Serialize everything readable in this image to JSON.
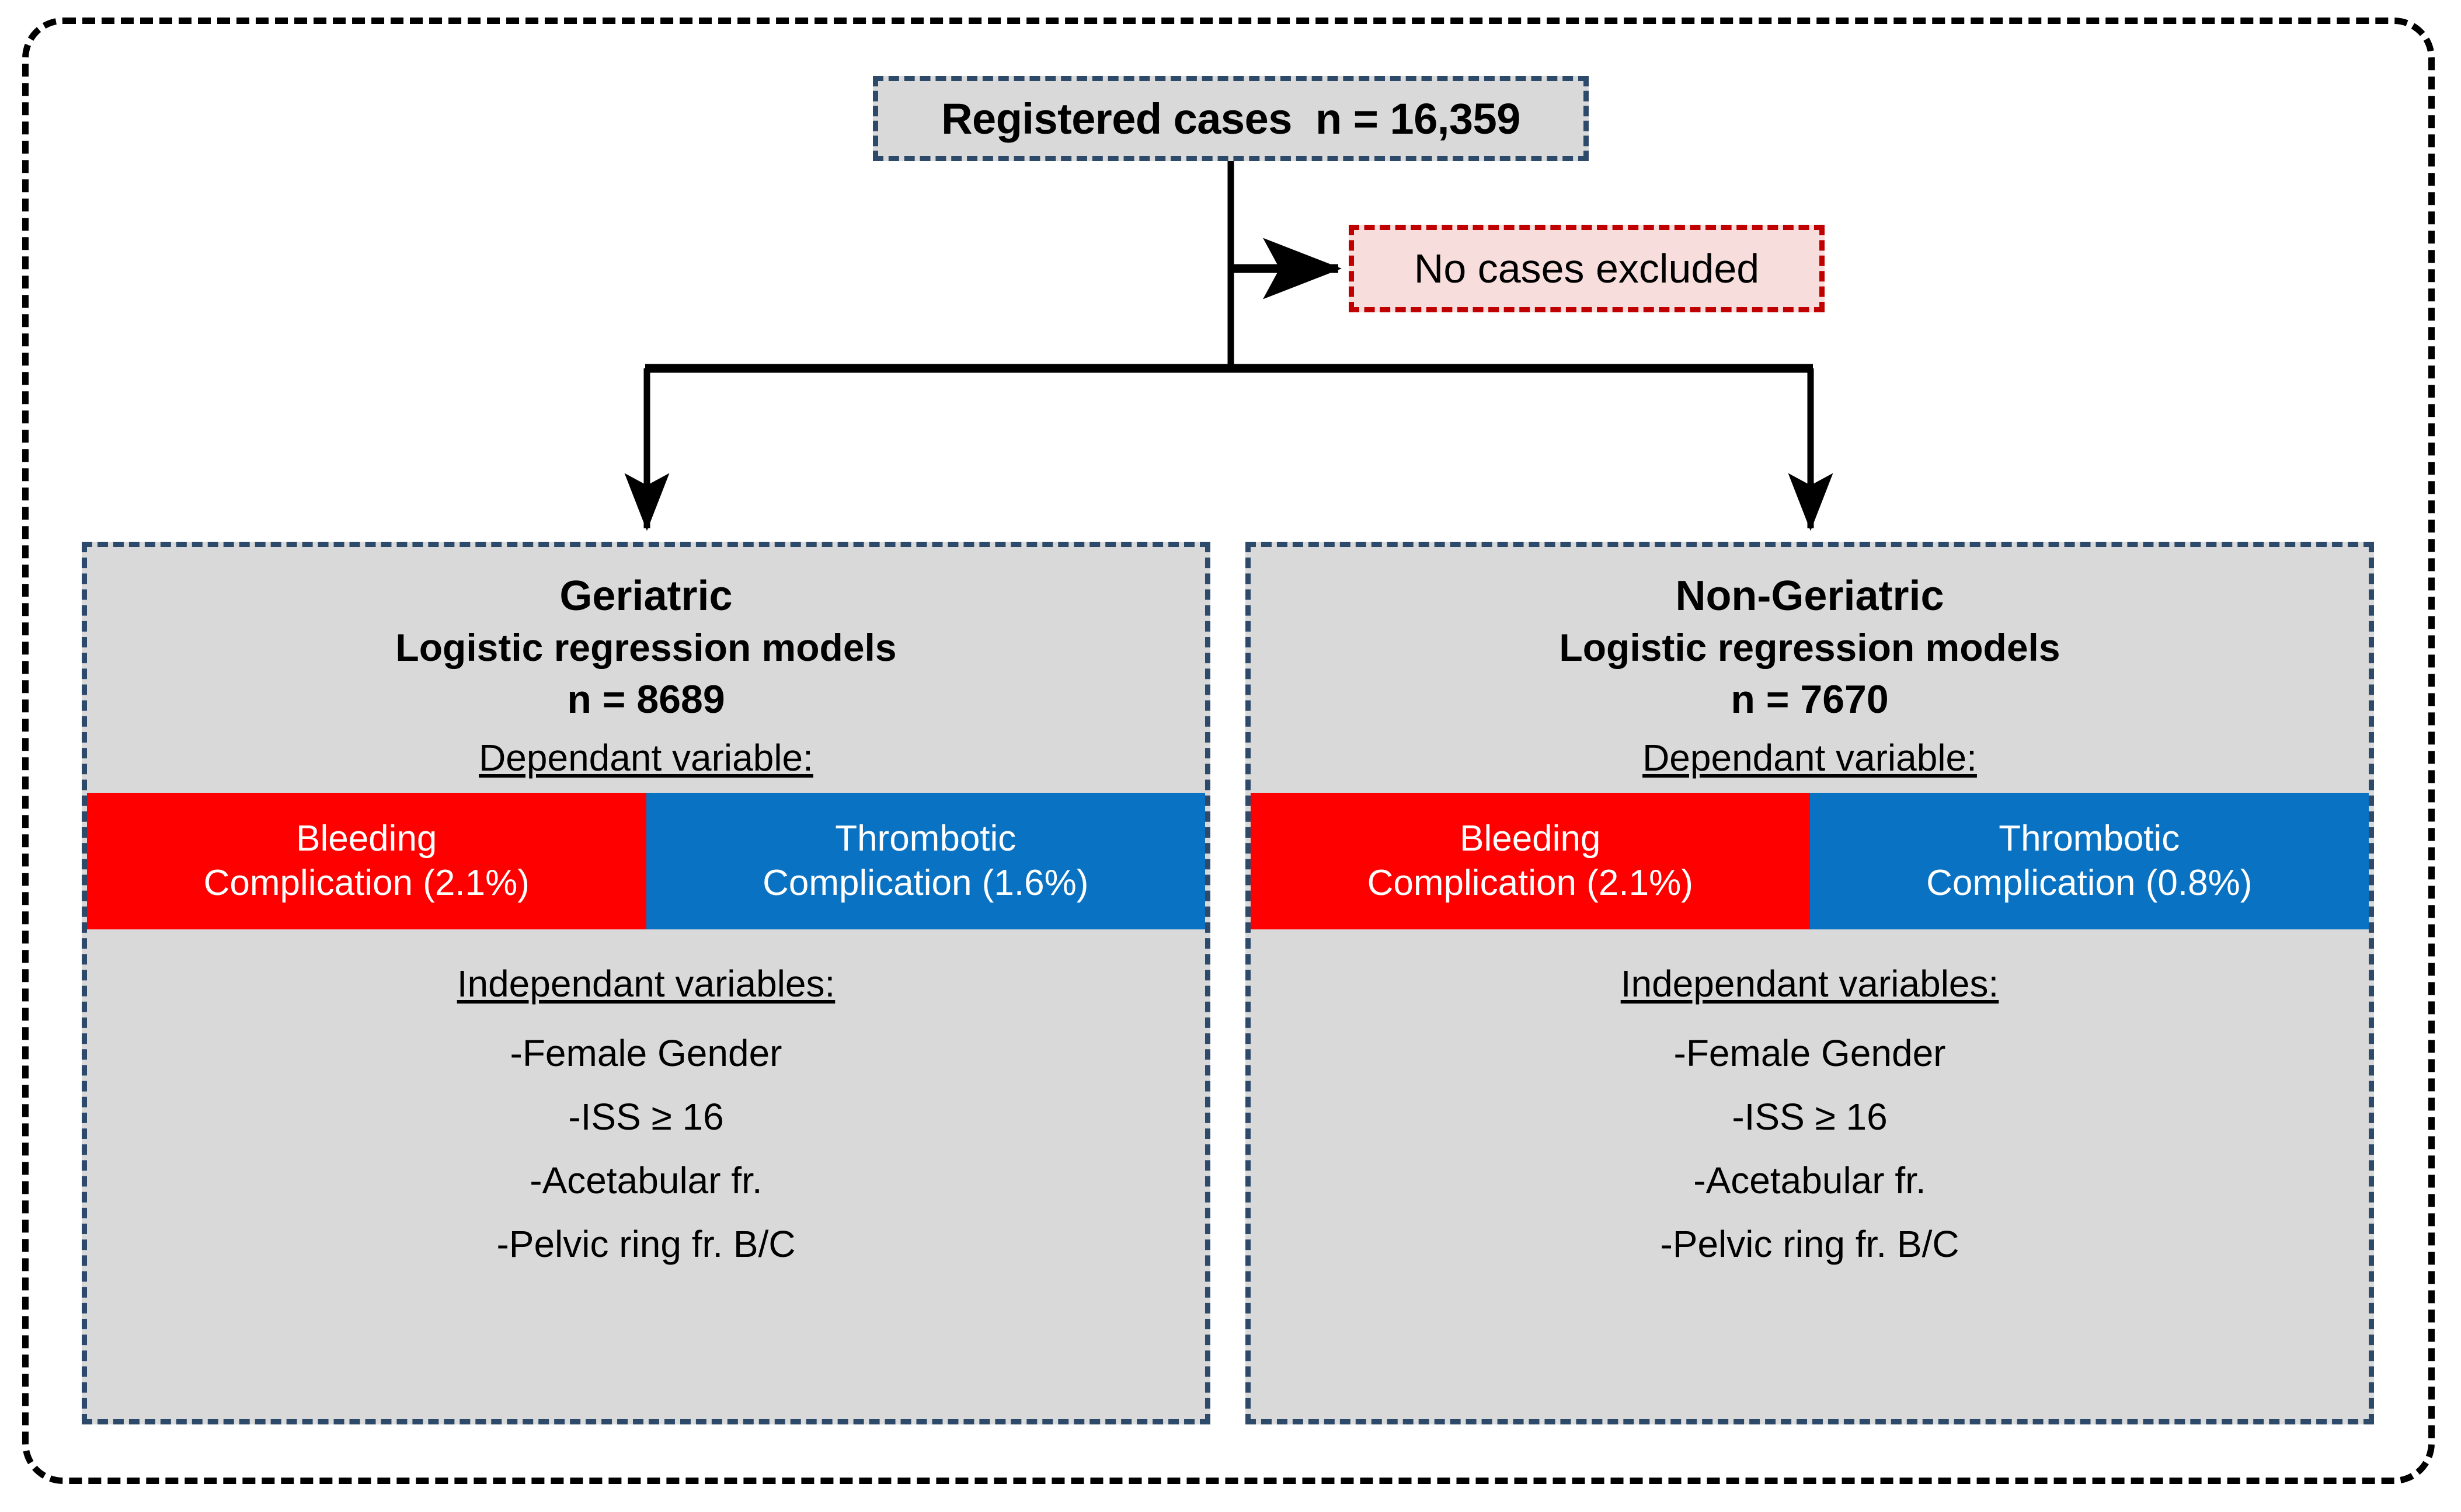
{
  "diagram": {
    "title_box": {
      "label": "Registered cases  n = 16,359",
      "fill": "#d9d9d9",
      "border": "#2e4a6b"
    },
    "excluded_box": {
      "label": "No cases excluded",
      "fill": "#f7dedd",
      "border": "#c00000"
    },
    "groups": [
      {
        "name": "Geriatric",
        "model": "Logistic regression models",
        "n_label": "n = 8689",
        "dependent_heading": "Dependant variable:",
        "outcomes": [
          {
            "name": "Bleeding",
            "detail": "Complication (2.1%)",
            "color": "#fe0000"
          },
          {
            "name": "Thrombotic",
            "detail": "Complication (1.6%)",
            "color": "#0a72c2"
          }
        ],
        "independent_heading": "Independant variables:",
        "independent_items": [
          "-Female Gender",
          "-ISS ≥ 16",
          "-Acetabular fr.",
          "-Pelvic ring fr. B/C"
        ]
      },
      {
        "name": "Non-Geriatric",
        "model": "Logistic regression models",
        "n_label": "n = 7670",
        "dependent_heading": "Dependant variable:",
        "outcomes": [
          {
            "name": "Bleeding",
            "detail": "Complication (2.1%)",
            "color": "#fe0000"
          },
          {
            "name": "Thrombotic",
            "detail": "Complication (0.8%)",
            "color": "#0a72c2"
          }
        ],
        "independent_heading": "Independant variables:",
        "independent_items": [
          "-Female Gender",
          "-ISS ≥ 16",
          "-Acetabular fr.",
          "-Pelvic ring fr. B/C"
        ]
      }
    ]
  }
}
